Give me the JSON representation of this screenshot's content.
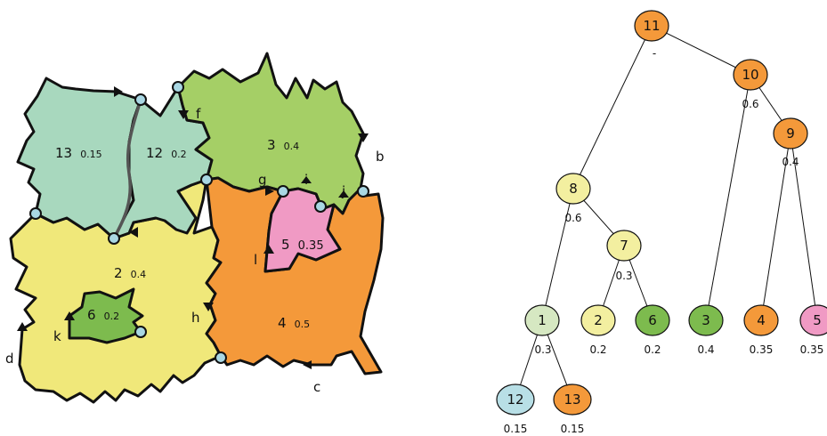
{
  "colors": {
    "teal": "#a8d8be",
    "yellow": "#f0e87a",
    "green": "#a5cf66",
    "dark_green": "#7dbb4e",
    "orange": "#f4993a",
    "pink": "#f09ac4",
    "light_blue": "#b8dfe6",
    "light_yellow": "#f3efa0",
    "pale_green": "#d6e8c2",
    "vertex_fill": "#a9d7e3"
  },
  "map": {
    "regions": [
      {
        "id": "13",
        "value": "0.15",
        "color": "teal"
      },
      {
        "id": "12",
        "value": "0.2",
        "color": "teal"
      },
      {
        "id": "3",
        "value": "0.4",
        "color": "green"
      },
      {
        "id": "2",
        "value": "0.4",
        "color": "yellow"
      },
      {
        "id": "6",
        "value": "0.2",
        "color": "dark_green"
      },
      {
        "id": "4",
        "value": "0.5",
        "color": "orange"
      },
      {
        "id": "5",
        "value": "0.35",
        "color": "pink"
      }
    ],
    "letters": [
      "b",
      "c",
      "d",
      "f",
      "g",
      "h",
      "i",
      "j",
      "k",
      "l"
    ]
  },
  "tree": {
    "nodes": [
      {
        "id": "11",
        "value": "-",
        "color": "orange"
      },
      {
        "id": "10",
        "value": "0.6",
        "color": "orange"
      },
      {
        "id": "9",
        "value": "0.4",
        "color": "orange"
      },
      {
        "id": "8",
        "value": "0.6",
        "color": "light_yellow"
      },
      {
        "id": "7",
        "value": "0.3",
        "color": "light_yellow"
      },
      {
        "id": "1",
        "value": "0.3",
        "color": "pale_green"
      },
      {
        "id": "2",
        "value": "0.2",
        "color": "light_yellow"
      },
      {
        "id": "6",
        "value": "0.2",
        "color": "dark_green"
      },
      {
        "id": "3",
        "value": "0.4",
        "color": "dark_green"
      },
      {
        "id": "4",
        "value": "0.35",
        "color": "orange"
      },
      {
        "id": "5",
        "value": "0.35",
        "color": "pink"
      },
      {
        "id": "12",
        "value": "0.15",
        "color": "light_blue"
      },
      {
        "id": "13",
        "value": "0.15",
        "color": "orange"
      }
    ]
  }
}
